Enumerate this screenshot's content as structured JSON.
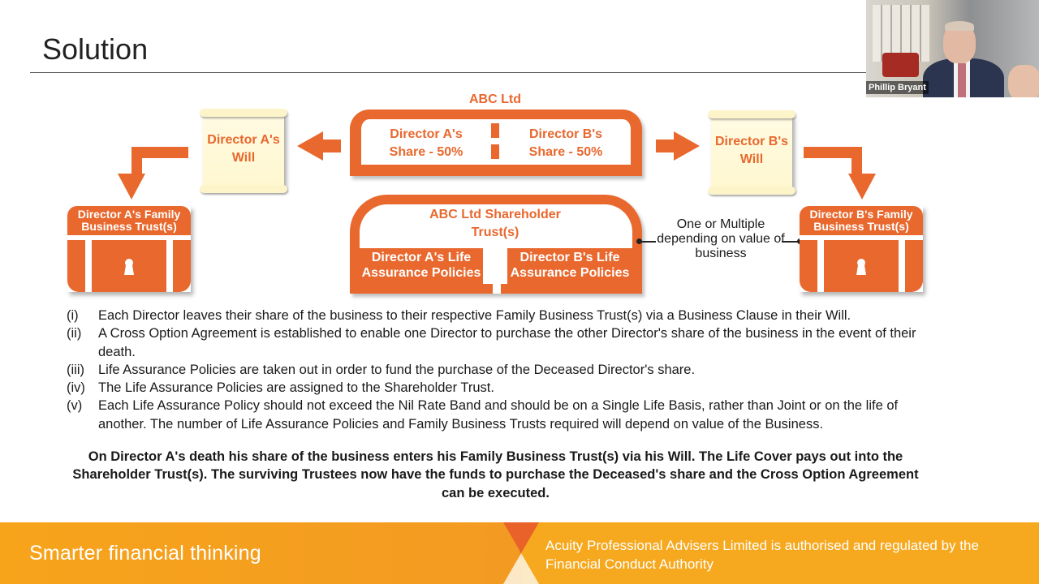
{
  "slide": {
    "title": "Solution"
  },
  "video": {
    "participant_name": "Phillip Bryant"
  },
  "diagram": {
    "company_label": "ABC Ltd",
    "share_a": "Director A's Share - 50%",
    "share_b": "Director B's Share - 50%",
    "will_a": "Director A's Will",
    "will_b": "Director B's Will",
    "shareholder_trust_label": "ABC Ltd Shareholder Trust(s)",
    "policy_a": "Director A's Life Assurance Policies",
    "policy_b": "Director B's Life Assurance Policies",
    "multiple_note": "One or Multiple depending on value of business",
    "trust_a": "Director A's Family Business Trust(s)",
    "trust_b": "Director B's Family Business Trust(s)",
    "accent_color": "#e8682e"
  },
  "points": [
    {
      "num": "(i)",
      "text": "Each Director leaves their share of the business to their respective Family Business Trust(s) via a Business Clause in their Will."
    },
    {
      "num": "(ii)",
      "text": "A Cross Option Agreement is established to enable one Director to purchase the other Director's share of the business in the event of their death."
    },
    {
      "num": "(iii)",
      "text": "Life Assurance Policies are taken out in order to fund the purchase of the Deceased Director's share."
    },
    {
      "num": "(iv)",
      "text": "The Life Assurance Policies are assigned to the Shareholder Trust."
    },
    {
      "num": "(v)",
      "text": "Each Life Assurance Policy should not exceed the Nil Rate Band and should be on a Single Life Basis, rather than Joint or on the life of another. The number of Life Assurance Policies and Family Business Trusts required will depend on value of the Business."
    }
  ],
  "summary": "On Director A's death his share of the business enters his Family Business Trust(s) via his Will. The Life Cover pays out into the Shareholder Trust(s). The surviving Trustees now have the funds to purchase the Deceased's share and the Cross Option Agreement can be executed.",
  "footer": {
    "tagline": "Smarter financial thinking",
    "legal": "Acuity Professional Advisers Limited is authorised and regulated by the Financial Conduct Authority",
    "colors": {
      "gold": "#f6a81e",
      "orange": "#e9622a"
    }
  }
}
